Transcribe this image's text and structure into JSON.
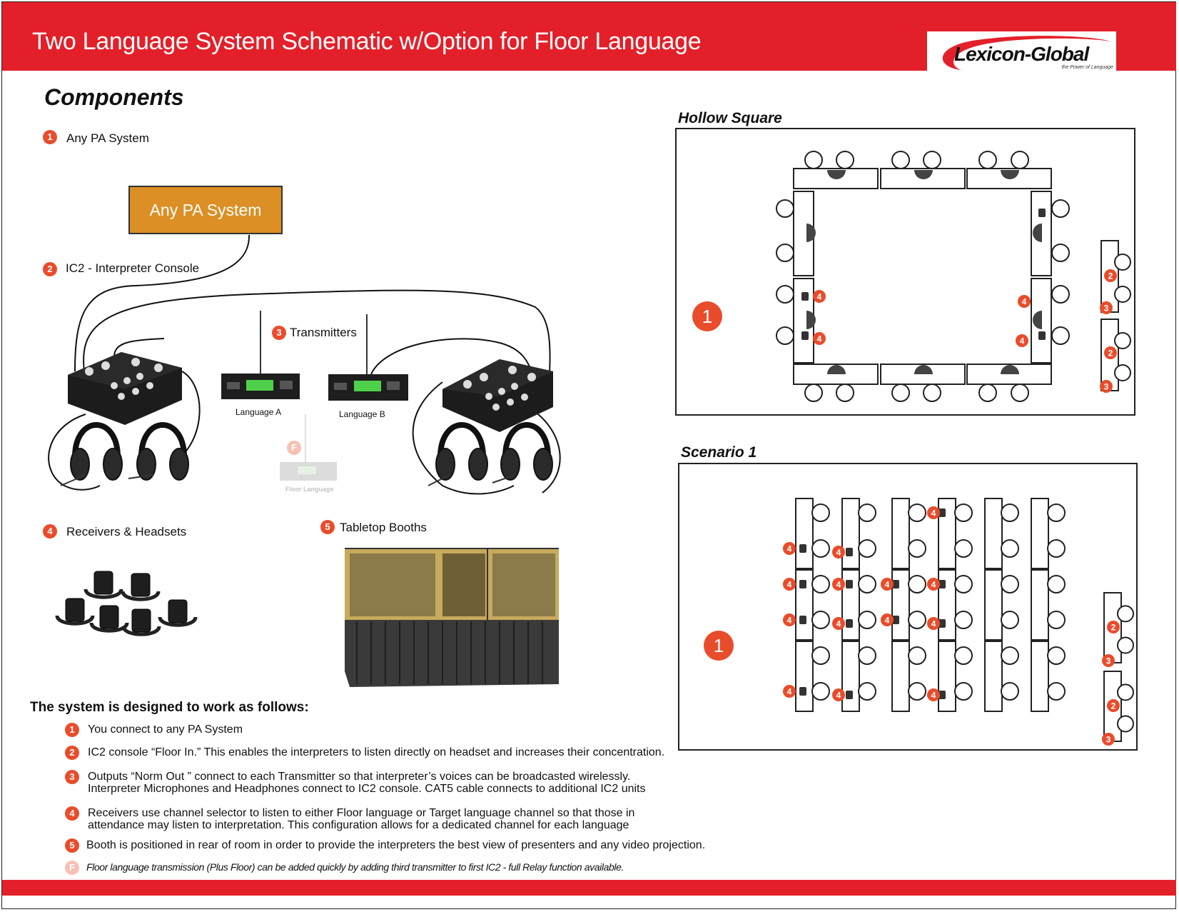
{
  "header": {
    "title": "Two Language System Schematic w/Option for Floor Language",
    "logo_text": "Lexicon-Global",
    "logo_tagline": "the Power of Language"
  },
  "components": {
    "heading": "Components",
    "items": [
      {
        "num": "1",
        "label": "Any PA System"
      },
      {
        "num": "2",
        "label": "IC2 - Interpreter Console"
      },
      {
        "num": "3",
        "label": "Transmitters"
      },
      {
        "num": "4",
        "label": "Receivers & Headsets"
      },
      {
        "num": "5",
        "label": "Tabletop Booths"
      }
    ],
    "pa_box_label": "Any PA System",
    "transmitter_a": "Language A",
    "transmitter_b": "Language B",
    "floor_badge": "F",
    "floor_label": "Floor Language"
  },
  "layouts": {
    "hollow_square": {
      "title": "Hollow Square",
      "badge": "1"
    },
    "scenario_1": {
      "title": "Scenario 1",
      "badge": "1"
    },
    "marker_2": "2",
    "marker_3": "3",
    "marker_4": "4"
  },
  "instructions": {
    "heading": "The system is designed to work as follows:",
    "steps": [
      {
        "num": "1",
        "line1": "You connect to any PA System",
        "line2": ""
      },
      {
        "num": "2",
        "line1": "IC2 console  “Floor In.” This enables the interpreters to listen directly on headset and increases their concentration.",
        "line2": ""
      },
      {
        "num": "3",
        "line1": "Outputs “Norm Out ” connect to each Transmitter so that interpreter’s voices can be broadcasted wirelessly.",
        "line2": "Interpreter Microphones and Headphones connect to IC2 console. CAT5 cable connects to additional IC2 units"
      },
      {
        "num": "4",
        "line1": "Receivers use channel selector to listen to either Floor language or Target language channel so that those in",
        "line2": "attendance may listen to interpretation. This configuration allows for a dedicated channel for each language"
      },
      {
        "num": "5",
        "line1": "Booth is positioned in rear of room in order to provide the interpreters the best view of presenters and any video projection.",
        "line2": ""
      }
    ],
    "floor_note_badge": "F",
    "floor_note": "Floor language transmission (Plus Floor) can be added quickly by adding third transmitter to first IC2 - full Relay function available."
  },
  "colors": {
    "brand_red": "#e3202a",
    "badge_orange": "#e94c2b",
    "pa_box_orange": "#dc8f24"
  }
}
